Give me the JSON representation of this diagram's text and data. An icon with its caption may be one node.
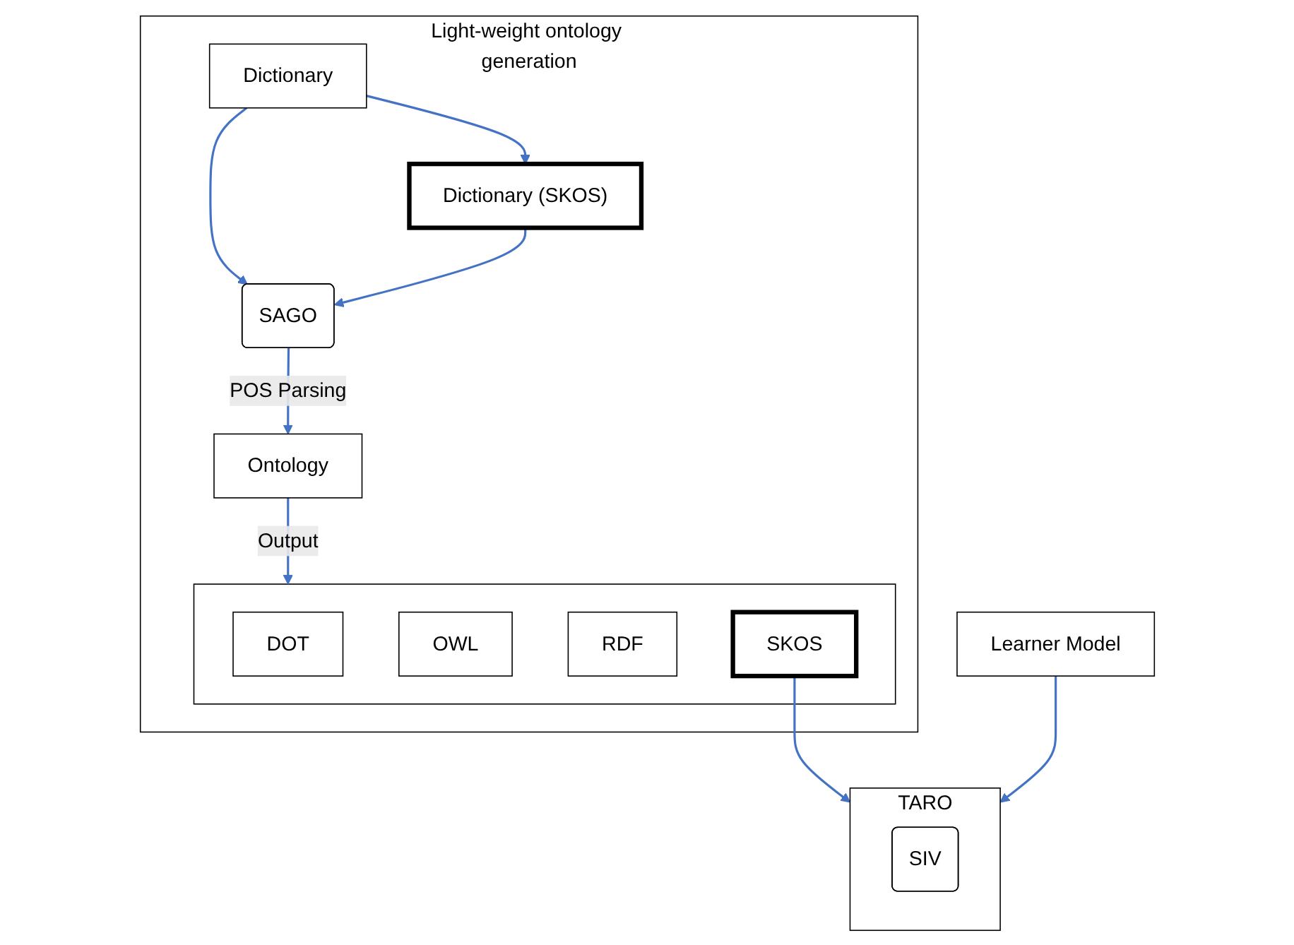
{
  "diagram": {
    "nodes": [
      {
        "text": [
          "Light-weight ontology generation"
        ]
      },
      {
        "text": [
          "Dictionary"
        ],
        "in": 0
      },
      {
        "text": [
          "Dictionary (SKOS)"
        ],
        "in": 0
      },
      {
        "text": [
          "SAGO"
        ],
        "in": 0
      },
      {
        "text": [
          "Ontology"
        ],
        "in": 0
      },
      {
        "text": [],
        "shape": "box",
        "in": 0
      },
      {
        "text": [
          "DOT"
        ],
        "in": 5
      },
      {
        "text": [
          "OWL"
        ],
        "in": 5
      },
      {
        "text": [
          "RDF"
        ],
        "in": 5
      },
      {
        "text": [
          "SKOS"
        ],
        "in": 5
      },
      {
        "text": [
          "Learner Model"
        ]
      },
      {
        "text": [
          "TARO"
        ]
      },
      {
        "text": [
          "SIV"
        ],
        "in": 11
      }
    ],
    "edges": [
      {
        "from": 1,
        "to": 2,
        "arrow": "to"
      },
      {
        "from": 1,
        "to": 3,
        "arrow": "to"
      },
      {
        "from": 2,
        "to": 3,
        "arrow": "to"
      },
      {
        "from": 3,
        "to": 4,
        "label": "POS Parsing",
        "arrow": "to"
      },
      {
        "from": 4,
        "to": 5,
        "label": "Output",
        "arrow": "to"
      },
      {
        "from": 9,
        "to": 11,
        "arrow": "to"
      },
      {
        "from": 10,
        "to": 11,
        "arrow": "to"
      }
    ]
  }
}
